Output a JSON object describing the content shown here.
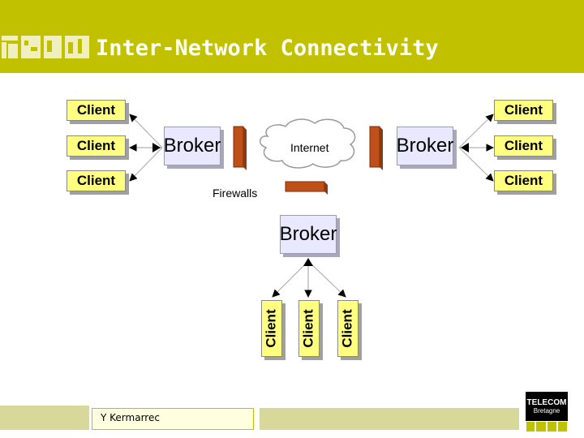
{
  "title": "Inter-Network Connectivity",
  "diagram": {
    "clients_left": [
      "Client",
      "Client",
      "Client"
    ],
    "clients_right": [
      "Client",
      "Client",
      "Client"
    ],
    "clients_bottom": [
      "Client",
      "Client",
      "Client"
    ],
    "broker_left": "Broker",
    "broker_right": "Broker",
    "broker_bottom": "Broker",
    "internet_label": "Internet",
    "firewalls_label": "Firewalls"
  },
  "footer": {
    "author": "Y Kermarrec",
    "logo_line1": "TELECOM",
    "logo_line2": "Bretagne"
  },
  "colors": {
    "header": "#c2c100",
    "client_fill": "#ffff80",
    "broker_fill": "#e8e8ff",
    "firewall": "#c0501a"
  }
}
